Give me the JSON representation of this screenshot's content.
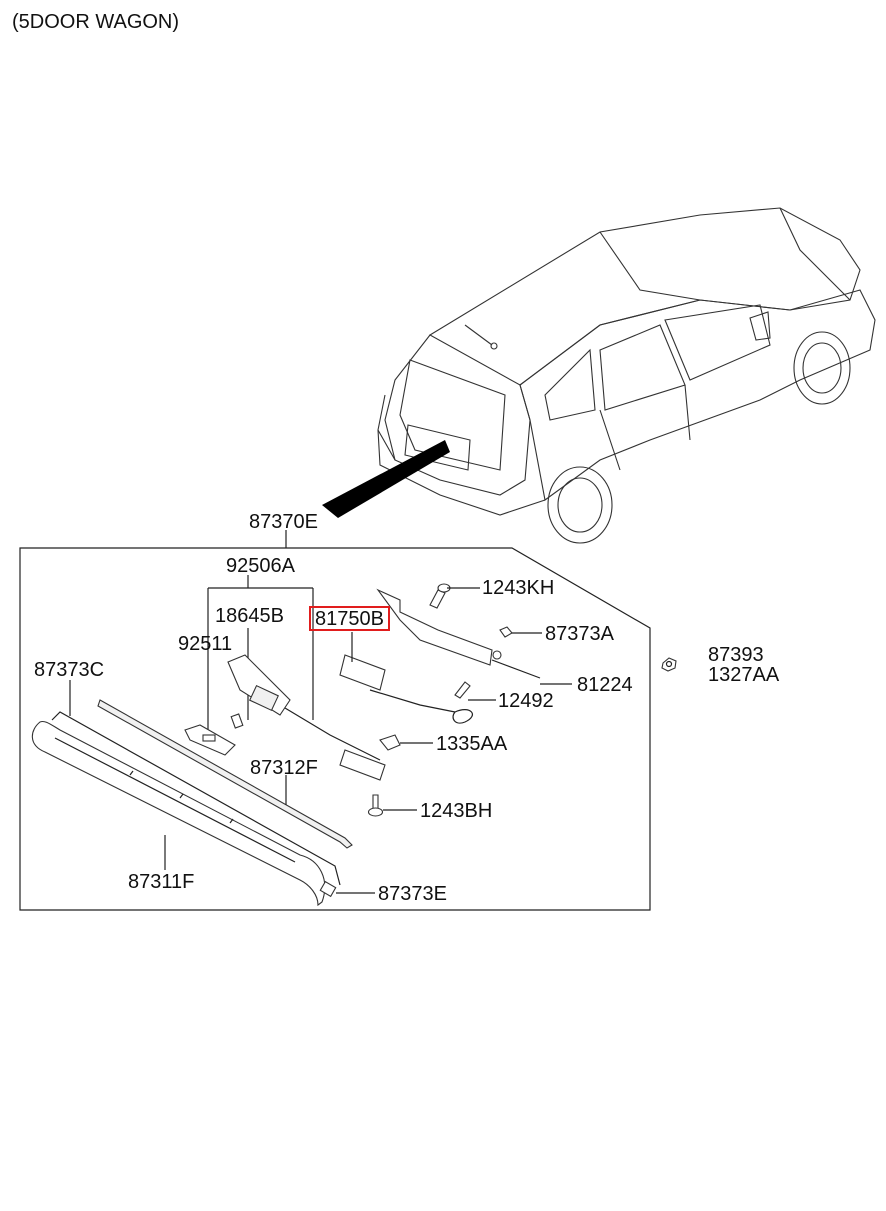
{
  "title": "(5DOOR WAGON)",
  "highlight_color": "#e11d1d",
  "callouts": {
    "assembly": "87370E",
    "p92506A": "92506A",
    "p18645B": "18645B",
    "p92511": "92511",
    "p81750B": "81750B",
    "p1243KH": "1243KH",
    "p87373A": "87373A",
    "p87393": "87393",
    "p1327AA": "1327AA",
    "p81224": "81224",
    "p12492": "12492",
    "p1335AA": "1335AA",
    "p87373C": "87373C",
    "p87312F": "87312F",
    "p1243BH": "1243BH",
    "p87311F": "87311F",
    "p87373E": "87373E"
  },
  "highlighted_part": "81750B"
}
